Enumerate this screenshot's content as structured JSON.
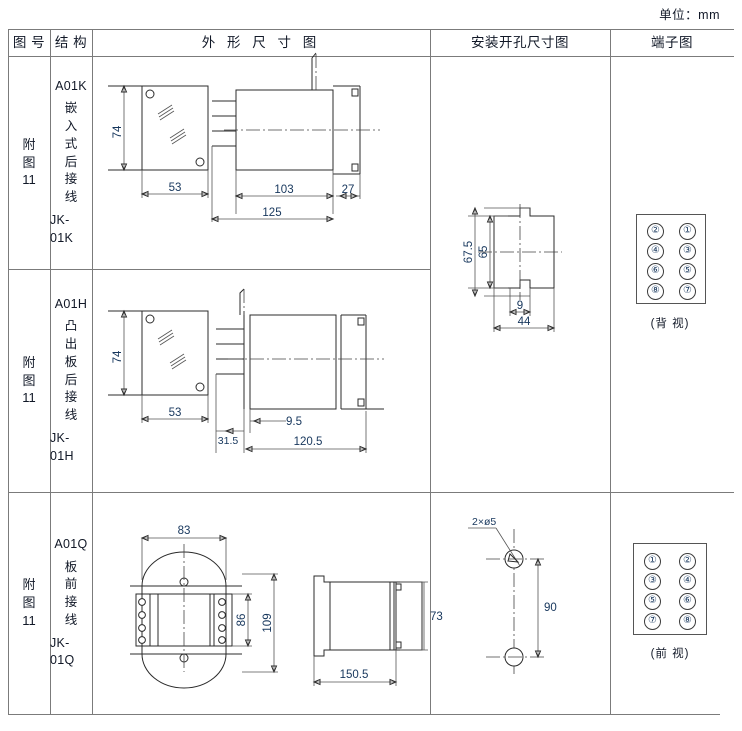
{
  "page": {
    "unit_note": "单位：mm"
  },
  "table": {
    "headers": [
      {
        "label": "图 号"
      },
      {
        "label": "结 构"
      },
      {
        "label": "外 形 尺 寸 图"
      },
      {
        "label": "安装开孔尺寸图"
      },
      {
        "label": "端子图"
      }
    ],
    "rows": [
      {
        "drawing_no": "附图11",
        "drawing_no_chars": [
          "附",
          "图",
          "11"
        ],
        "structure_code_top": "A01K",
        "structure_name_chars": [
          "嵌",
          "入",
          "式",
          "后",
          "接",
          "线"
        ],
        "structure_code_bottom": "JK-01K",
        "outline_dims": {
          "front_height": "74",
          "front_width": "53",
          "body_length": "103",
          "rear_length": "27",
          "total_length": "125"
        }
      },
      {
        "drawing_no": "附图11",
        "drawing_no_chars": [
          "附",
          "图",
          "11"
        ],
        "structure_code_top": "A01H",
        "structure_name_chars": [
          "凸",
          "出",
          "板",
          "后",
          "接",
          "线"
        ],
        "structure_code_bottom": "JK-01H",
        "outline_dims": {
          "front_height": "74",
          "front_width": "53",
          "flange_offset": "31.5",
          "step": "9.5",
          "total_length": "120.5"
        }
      },
      {
        "drawing_no": "附图11",
        "drawing_no_chars": [
          "附",
          "图",
          "11"
        ],
        "structure_code_top": "A01Q",
        "structure_name_chars": [
          "板",
          "前",
          "接",
          "线"
        ],
        "structure_code_bottom": "JK-01Q",
        "outline_dims": {
          "front_width": "83",
          "inner_height": "86",
          "outer_height": "109",
          "side_height": "73",
          "total_length": "150.5"
        }
      }
    ]
  },
  "mounting_cutouts": [
    {
      "for_rows": "1-2",
      "dims": {
        "outer_height": "67.5",
        "inner_height": "65",
        "notch_width": "9",
        "width": "44"
      }
    },
    {
      "for_rows": "3",
      "dims": {
        "hole_note": "2×ø5",
        "hole_spacing": "90"
      }
    }
  ],
  "terminal_diagrams": [
    {
      "for_rows": "1-2",
      "view_label": "(背 视)",
      "left_column": [
        "②",
        "④",
        "⑥",
        "⑧"
      ],
      "right_column": [
        "①",
        "③",
        "⑤",
        "⑦"
      ]
    },
    {
      "for_rows": "3",
      "view_label": "(前 视)",
      "left_column": [
        "①",
        "③",
        "⑤",
        "⑦"
      ],
      "right_column": [
        "②",
        "④",
        "⑥",
        "⑧"
      ]
    }
  ],
  "colors": {
    "rule": "#7b7b7b",
    "ink": "#2b2b2b",
    "dim_text": "#16365c"
  }
}
